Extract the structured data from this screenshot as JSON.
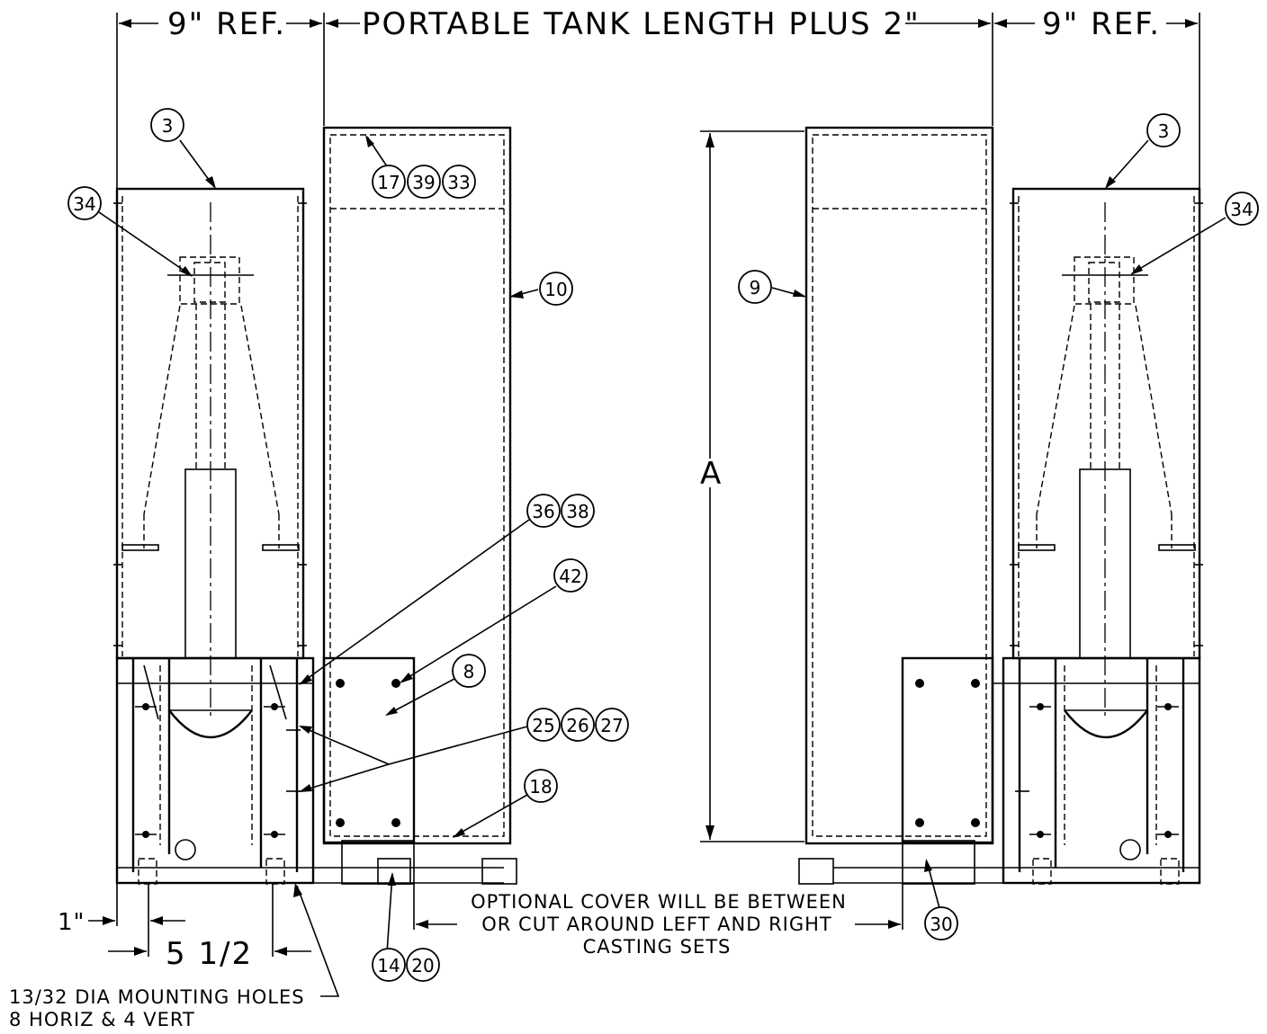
{
  "dimensions": {
    "top_left_ref": "9\" REF.",
    "top_center": "PORTABLE TANK LENGTH PLUS 2\"",
    "top_right_ref": "9\" REF.",
    "height_label": "A",
    "bottom_offset": "1\"",
    "bottom_spacing": "5 1/2"
  },
  "notes": {
    "optional_cover_line1": "OPTIONAL COVER WILL BE BETWEEN",
    "optional_cover_line2": "OR CUT AROUND LEFT AND RIGHT",
    "optional_cover_line3": "CASTING SETS",
    "mounting_holes_line1": "13/32 DIA MOUNTING HOLES",
    "mounting_holes_line2": "8 HORIZ & 4 VERT"
  },
  "callouts": {
    "left_3": "3",
    "left_34": "34",
    "c17": "17",
    "c39": "39",
    "c33": "33",
    "c10": "10",
    "c36": "36",
    "c38": "38",
    "c42": "42",
    "c8": "8",
    "c25": "25",
    "c26": "26",
    "c27": "27",
    "c18": "18",
    "c14": "14",
    "c20": "20",
    "c9": "9",
    "right_3": "3",
    "right_34": "34",
    "c30": "30"
  }
}
